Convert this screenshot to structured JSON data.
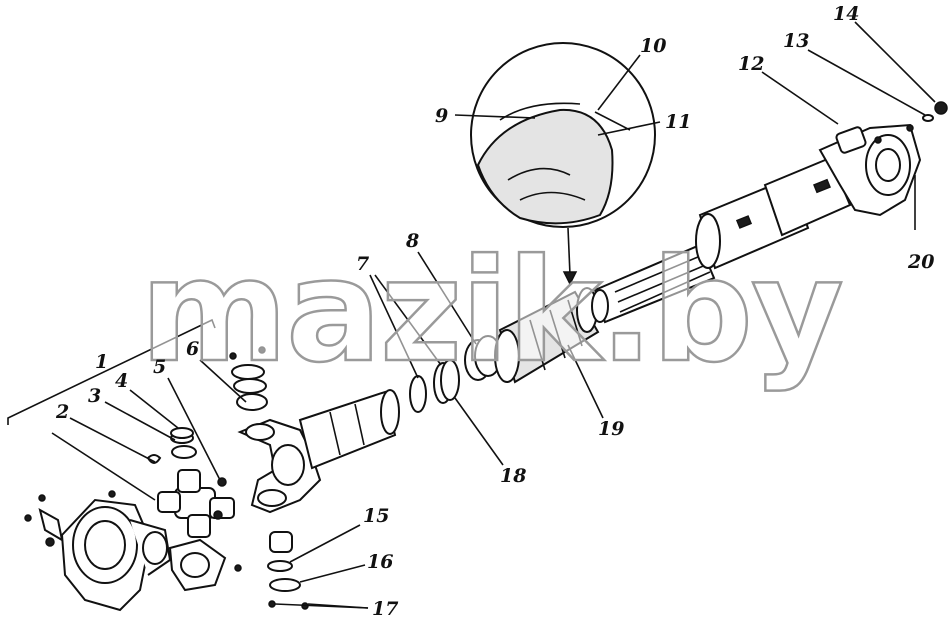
{
  "watermark": "mazik.by",
  "callouts": [
    {
      "id": "1",
      "text": "1"
    },
    {
      "id": "2",
      "text": "2"
    },
    {
      "id": "3",
      "text": "3"
    },
    {
      "id": "4",
      "text": "4"
    },
    {
      "id": "5",
      "text": "5"
    },
    {
      "id": "6",
      "text": "6"
    },
    {
      "id": "7",
      "text": "7"
    },
    {
      "id": "8",
      "text": "8"
    },
    {
      "id": "9",
      "text": "9"
    },
    {
      "id": "10",
      "text": "10"
    },
    {
      "id": "11",
      "text": "11"
    },
    {
      "id": "12",
      "text": "12"
    },
    {
      "id": "13",
      "text": "13"
    },
    {
      "id": "14",
      "text": "14"
    },
    {
      "id": "15",
      "text": "15"
    },
    {
      "id": "16",
      "text": "16"
    },
    {
      "id": "17",
      "text": "17"
    },
    {
      "id": "18",
      "text": "18"
    },
    {
      "id": "19",
      "text": "19"
    },
    {
      "id": "20",
      "text": "20"
    }
  ]
}
